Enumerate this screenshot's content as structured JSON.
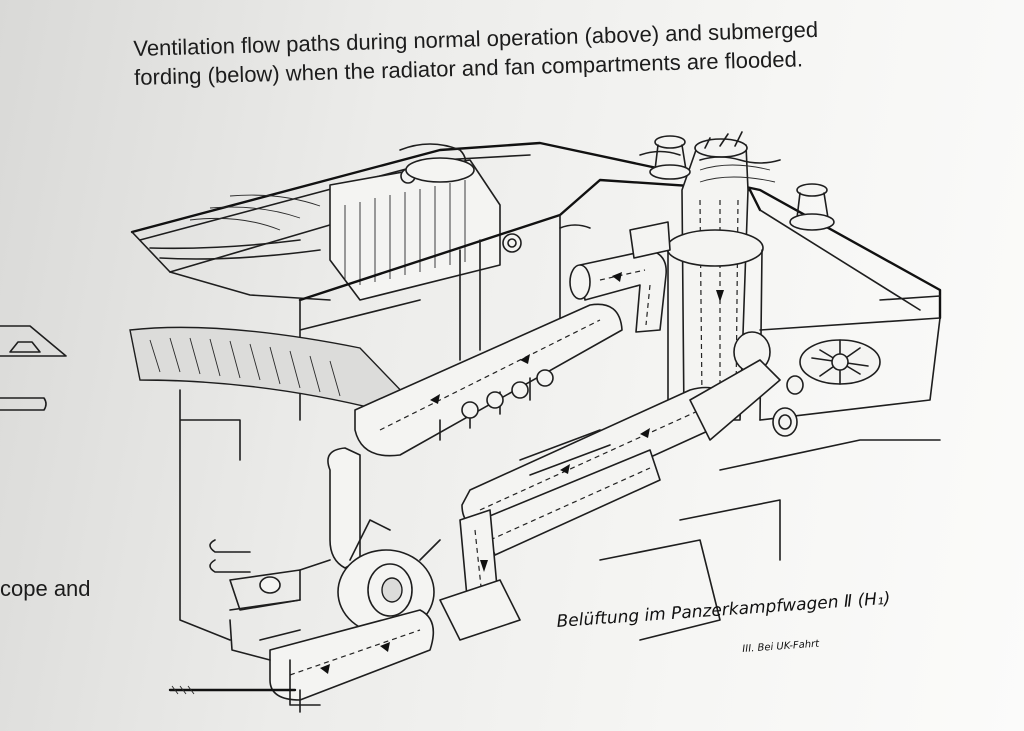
{
  "caption": {
    "line1": "Ventilation flow paths during normal operation (above) and submerged",
    "line2": "fording (below) when the radiator and fan compartments are flooded."
  },
  "margin_text": "cope and",
  "drawing": {
    "label_main": "Belüftung im Panzerkampfwagen Ⅱ (H₁)",
    "label_sub": "III. Bei UK-Fahrt"
  }
}
